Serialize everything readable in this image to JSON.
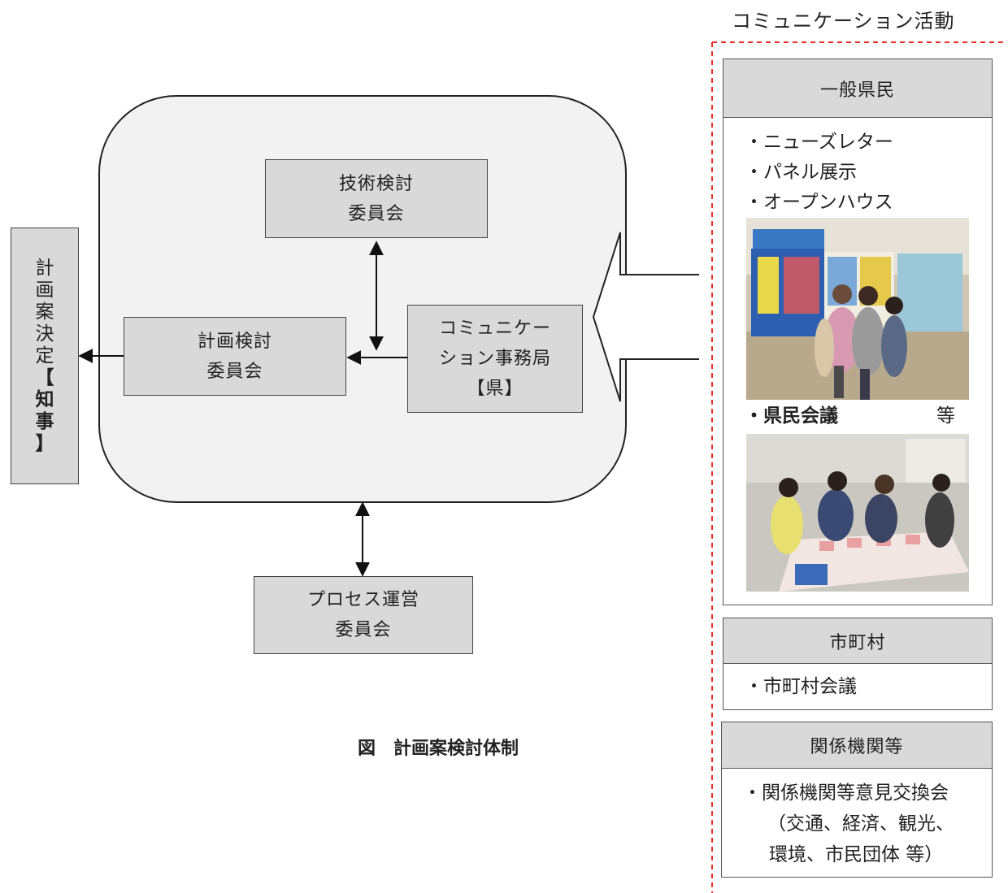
{
  "diagram": {
    "boxes": {
      "tech": [
        "技術検討",
        "委員会"
      ],
      "plan": [
        "計画検討",
        "委員会"
      ],
      "comm": [
        "コミュニケー",
        "ション事務局",
        "【県】"
      ],
      "process": [
        "プロセス運営",
        "委員会"
      ]
    },
    "decision_chars": [
      "計",
      "画",
      "案",
      "決",
      "定",
      "【",
      "知",
      "事",
      "】"
    ],
    "caption": "図　計画案検討体制"
  },
  "activities": {
    "title": "コミュニケーション活動",
    "general": {
      "header": "一般県民",
      "items": [
        "・ニューズレター",
        "・パネル展示",
        "・オープンハウス"
      ],
      "meeting_label": "・県民会議",
      "meeting_suffix": "等"
    },
    "municipal": {
      "header": "市町村",
      "item": "・市町村会議"
    },
    "agencies": {
      "header": "関係機関等",
      "lines": [
        "・関係機関等意見交換会",
        "（交通、経済、観光、",
        "環境、市民団体 等）"
      ]
    }
  },
  "colors": {
    "box_fill": "#d9d9d9",
    "frame_fill": "#f2f2f2",
    "dashed_border": "#e8302a"
  }
}
